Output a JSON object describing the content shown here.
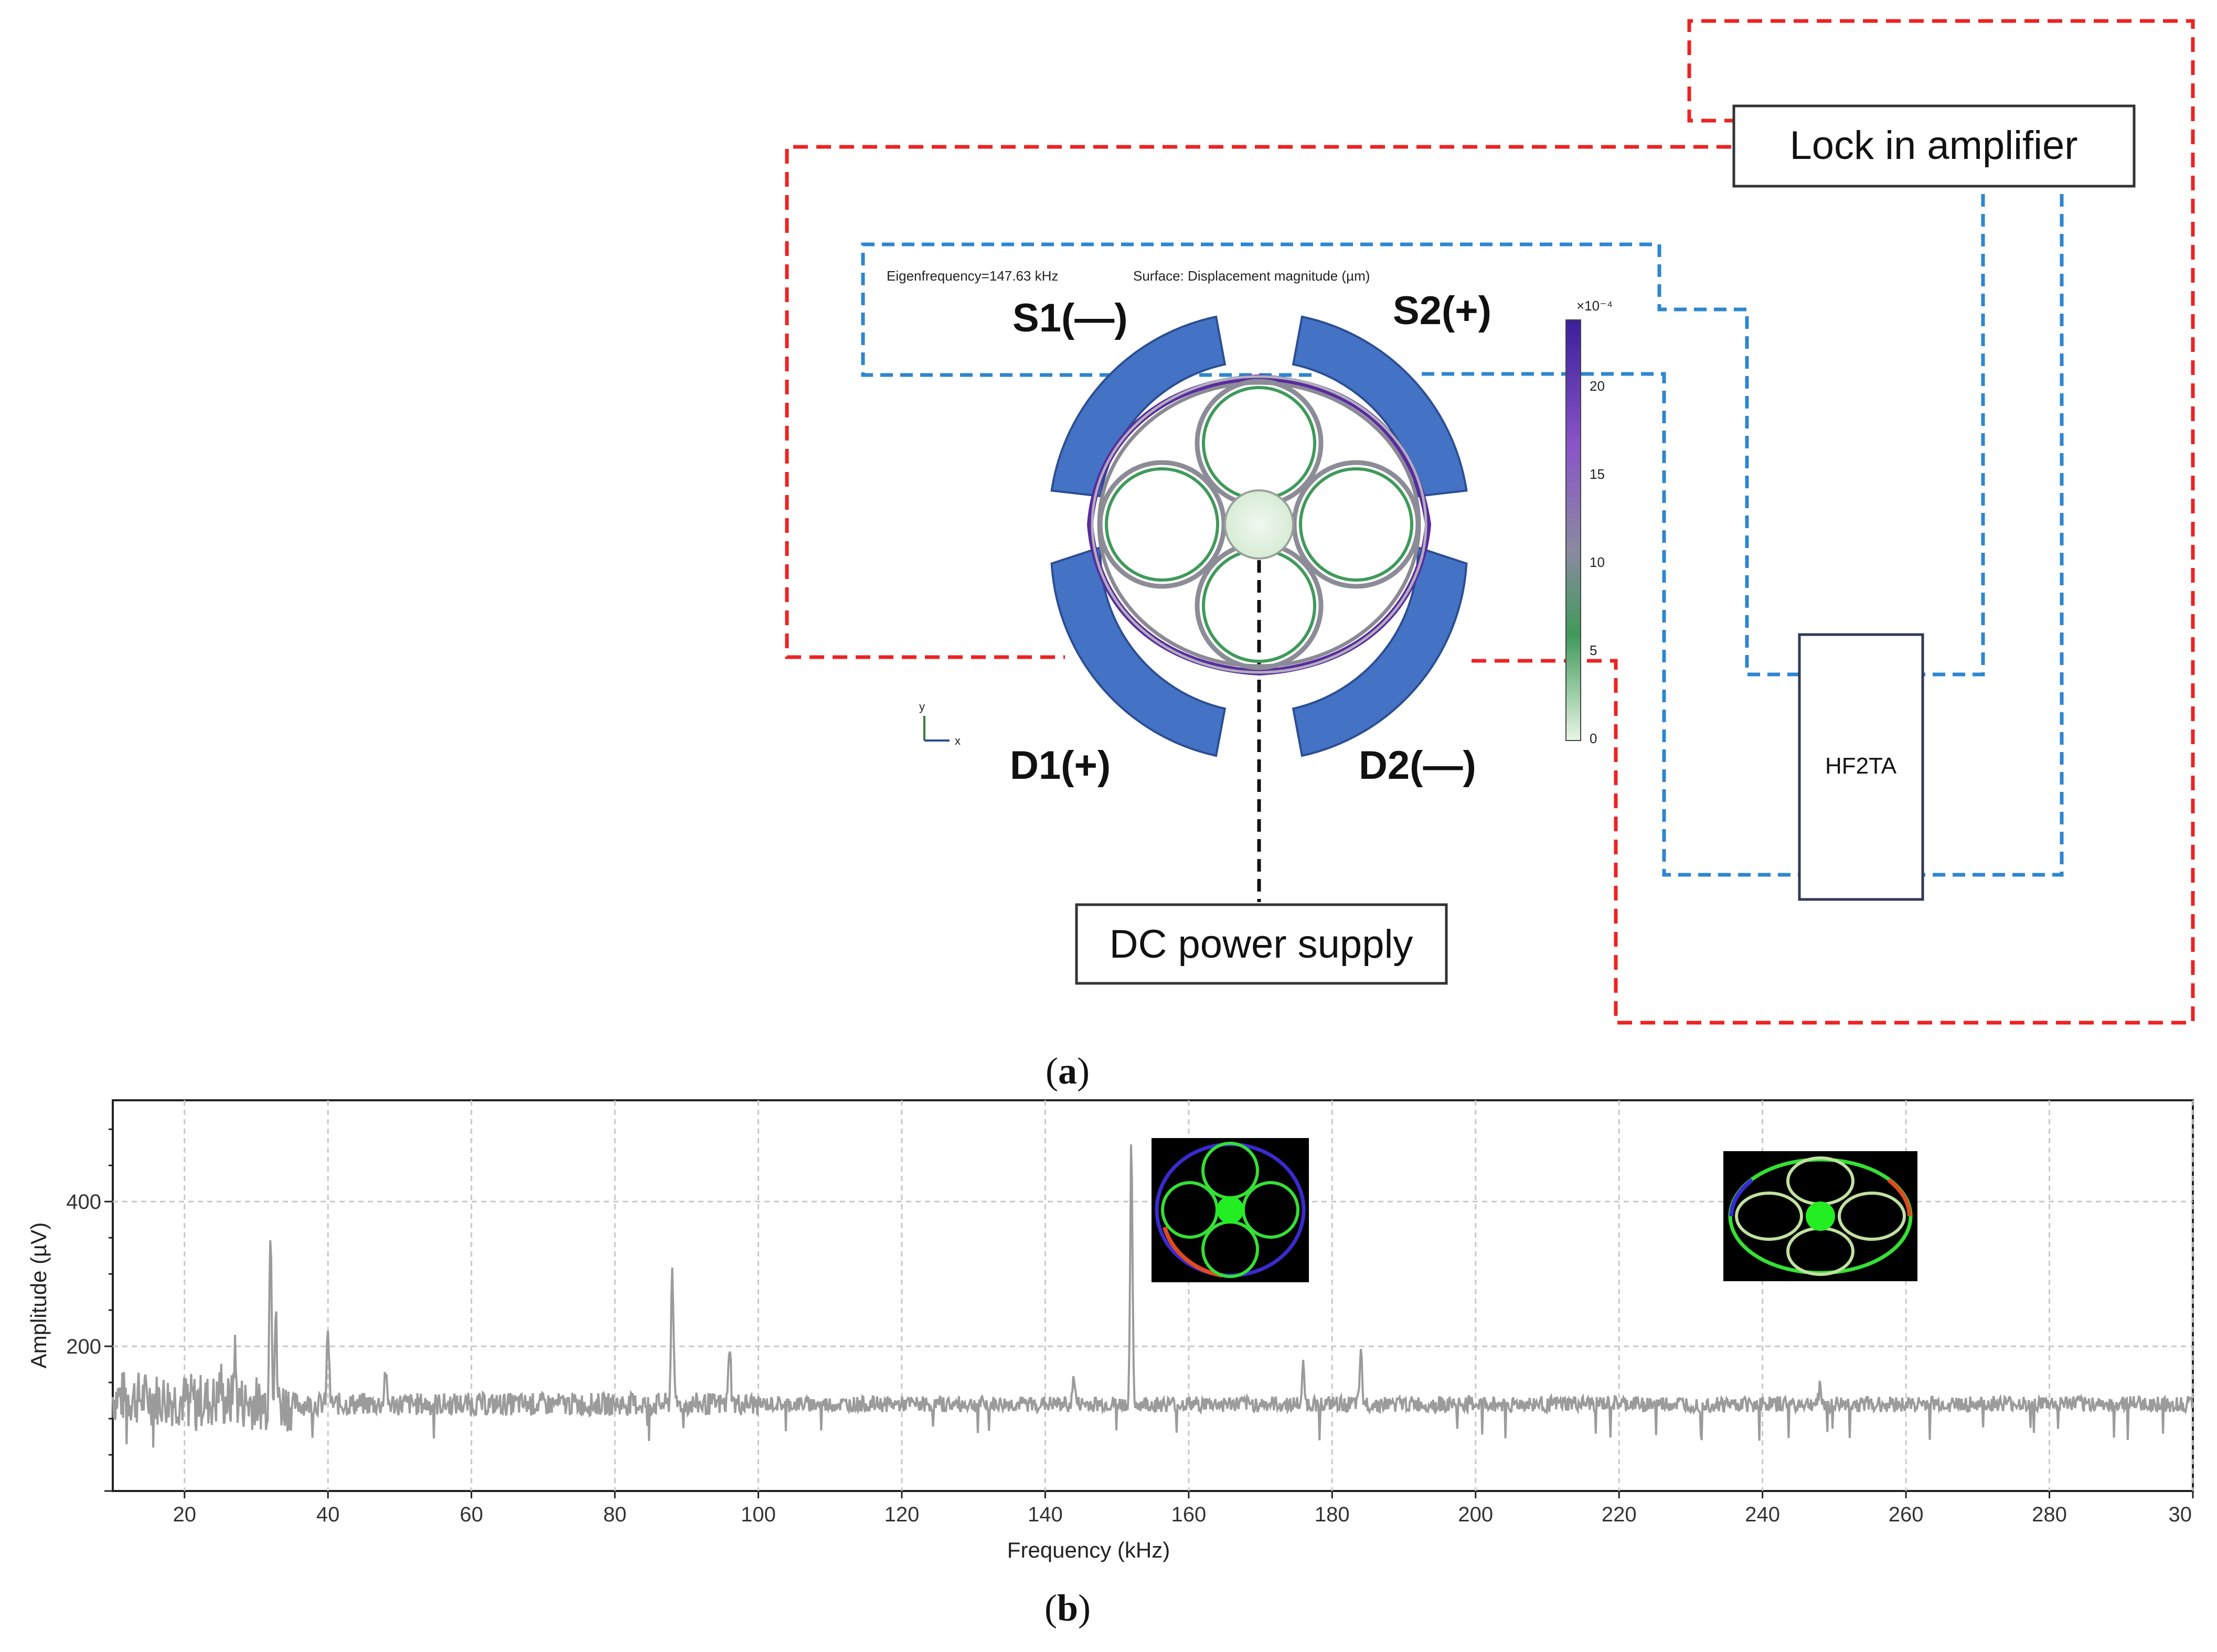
{
  "panel_a": {
    "caption_letter": "a",
    "lock_in_label": "Lock in amplifier",
    "dc_supply_label": "DC power supply",
    "hf2ta_label": "HF2TA",
    "eigenfrequency_text": "Eigenfrequency=147.63 kHz",
    "surface_text": "Surface: Displacement magnitude (µm)",
    "electrodes": {
      "s1": "S1(—)",
      "s2": "S2(+)",
      "d1": "D1(+)",
      "d2": "D2(—)"
    },
    "colorbar": {
      "exponent": "×10⁻⁴",
      "ticks": [
        "20",
        "15",
        "10",
        "5",
        "0"
      ]
    },
    "axis_y": "y",
    "axis_x": "x",
    "colors": {
      "electrode": "#4472c4",
      "drive_wire": "#ee2222",
      "sense_wire": "#2e86d0"
    }
  },
  "panel_b": {
    "caption_letter": "b",
    "chart_data": {
      "type": "line",
      "xlabel": "Frequency (kHz)",
      "ylabel": "Amplitude (µV)",
      "xlim": [
        10,
        300
      ],
      "ylim": [
        0,
        540
      ],
      "x_ticks": [
        "20",
        "40",
        "60",
        "80",
        "100",
        "120",
        "140",
        "160",
        "180",
        "200",
        "220",
        "240",
        "260",
        "280",
        "30"
      ],
      "y_ticks": [
        "200",
        "400"
      ],
      "grid": true,
      "baseline": 120,
      "peaks": [
        {
          "x": 25,
          "y": 150
        },
        {
          "x": 27,
          "y": 190
        },
        {
          "x": 32,
          "y": 385
        },
        {
          "x": 32.7,
          "y": 240
        },
        {
          "x": 40,
          "y": 225
        },
        {
          "x": 48,
          "y": 165
        },
        {
          "x": 88,
          "y": 320
        },
        {
          "x": 96,
          "y": 210
        },
        {
          "x": 144,
          "y": 160
        },
        {
          "x": 152,
          "y": 480
        },
        {
          "x": 176,
          "y": 175
        },
        {
          "x": 184,
          "y": 195
        },
        {
          "x": 248,
          "y": 145
        }
      ],
      "line_color": "#9b9b9b"
    }
  }
}
